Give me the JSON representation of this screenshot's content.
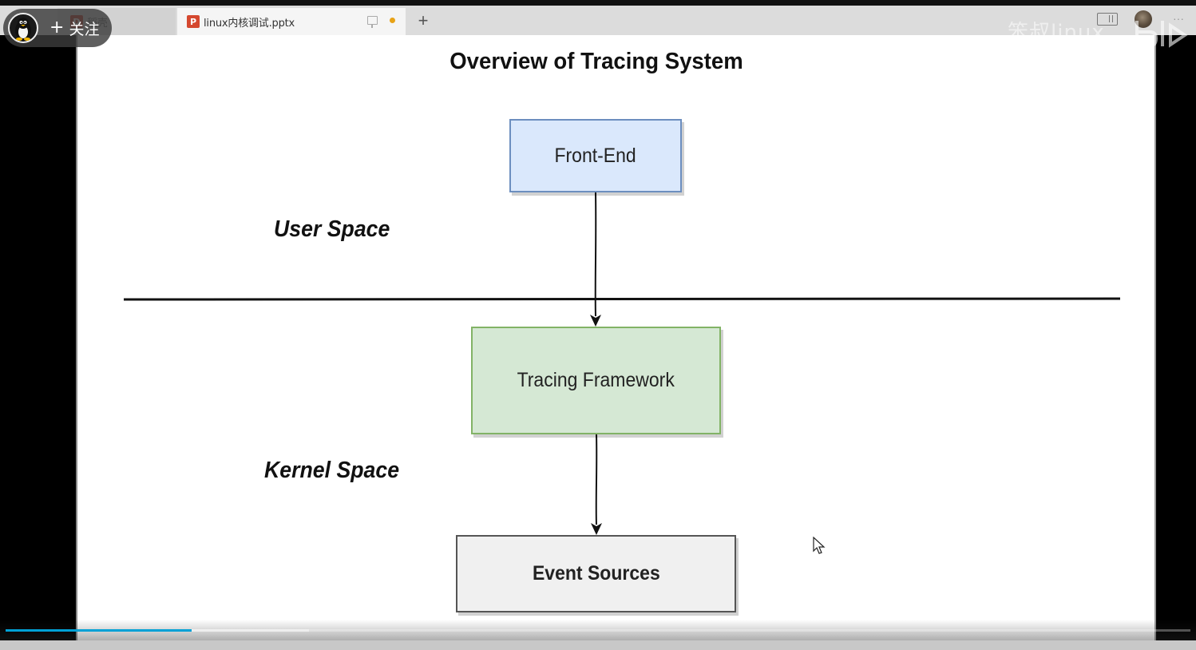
{
  "browser": {
    "tabs": [
      {
        "title": "稻壳",
        "icon": "docer-icon",
        "active": false
      },
      {
        "title": "linux内核调试.pptx",
        "icon": "wps-presentation-icon",
        "active": true,
        "unsaved_dot_color": "#e8a317"
      }
    ],
    "new_tab_label": "+",
    "more_label": "···"
  },
  "uploader": {
    "follow_label": "关注",
    "follow_plus": "+"
  },
  "watermark": {
    "text": "笨叔linux"
  },
  "slide": {
    "title": "Overview of Tracing System",
    "user_space_label": "User Space",
    "kernel_space_label": "Kernel Space",
    "nodes": {
      "frontend": "Front-End",
      "tracing": "Tracing Framework",
      "events": "Event Sources"
    },
    "colors": {
      "frontend_fill": "#dae8fc",
      "frontend_border": "#6c8ebf",
      "tracing_fill": "#d5e8d4",
      "tracing_border": "#82b366",
      "events_fill": "#f0f0f0"
    }
  },
  "player": {
    "progress_fraction": 0.157,
    "buffered_fraction": 0.256,
    "progress_color": "#00a1d6"
  }
}
